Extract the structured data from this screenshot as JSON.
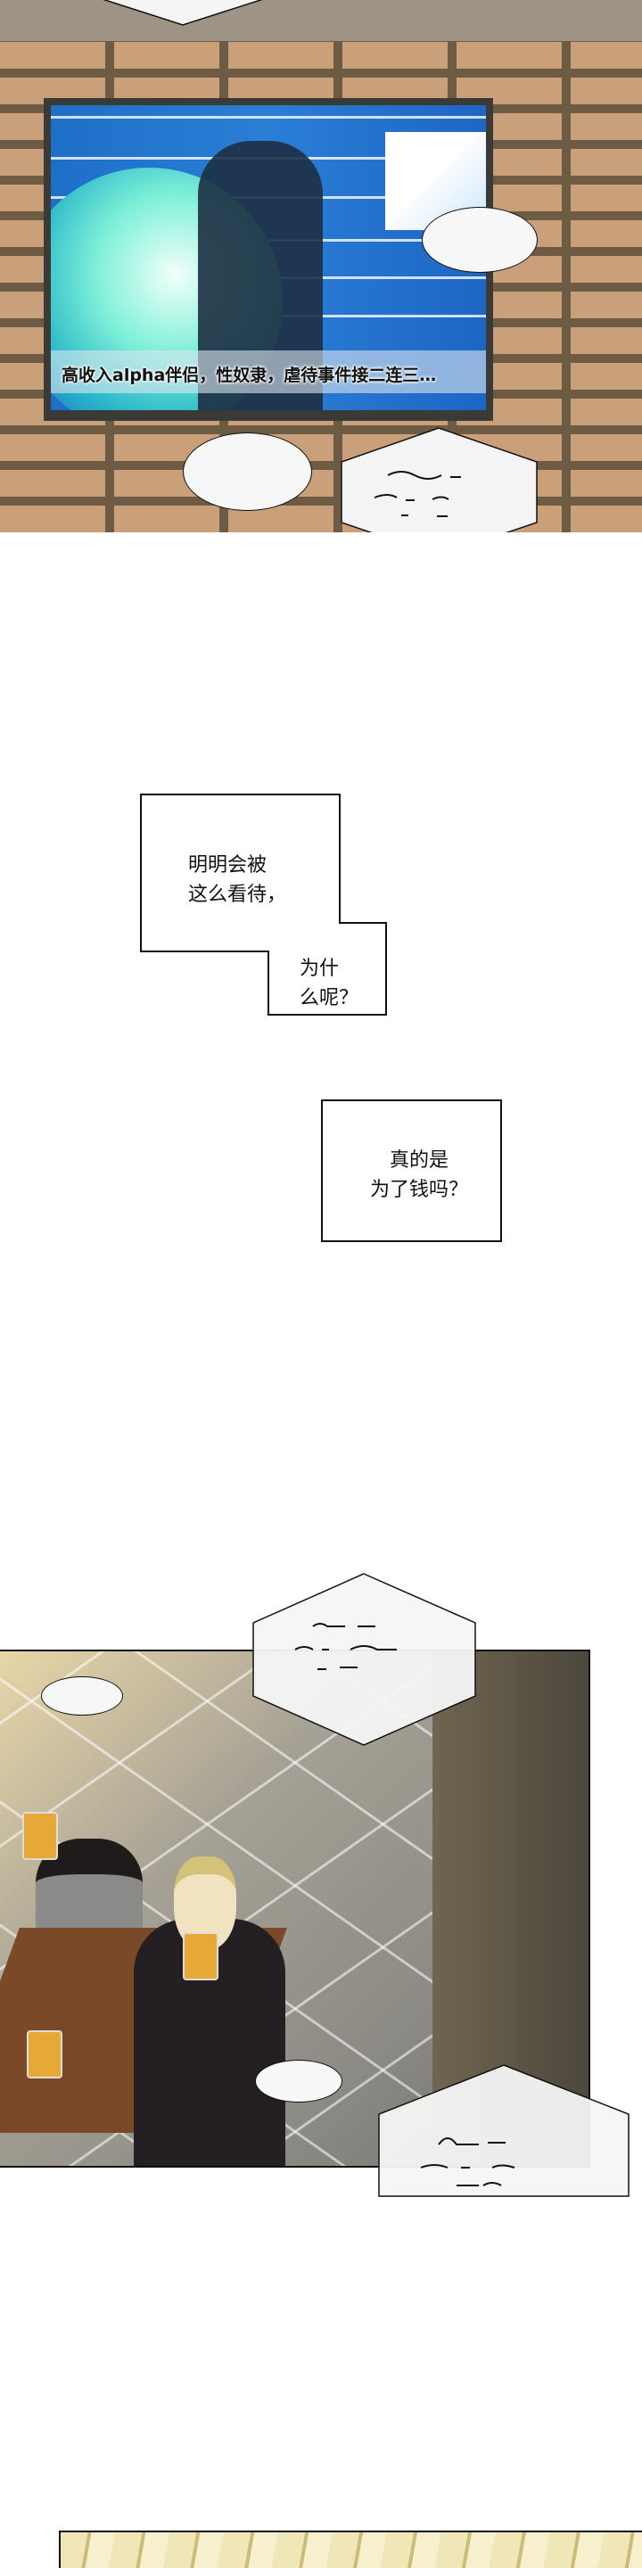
{
  "panels": {
    "tv_scene": {
      "subtitle": "高收入alpha伴侣，性奴隶，虐待事件接二连三…"
    },
    "narration_1": {
      "line1": "明明会被",
      "line2": "这么看待，",
      "line3": "为什",
      "line4": "么呢？"
    },
    "narration_2": {
      "line1": "真的是",
      "line2": "为了钱吗？"
    }
  },
  "colors": {
    "brick": "#c9a07a",
    "mortar": "#6e5b44",
    "tv_screen": "#1e6fc7",
    "hair_blonde": "#d4c27a"
  }
}
